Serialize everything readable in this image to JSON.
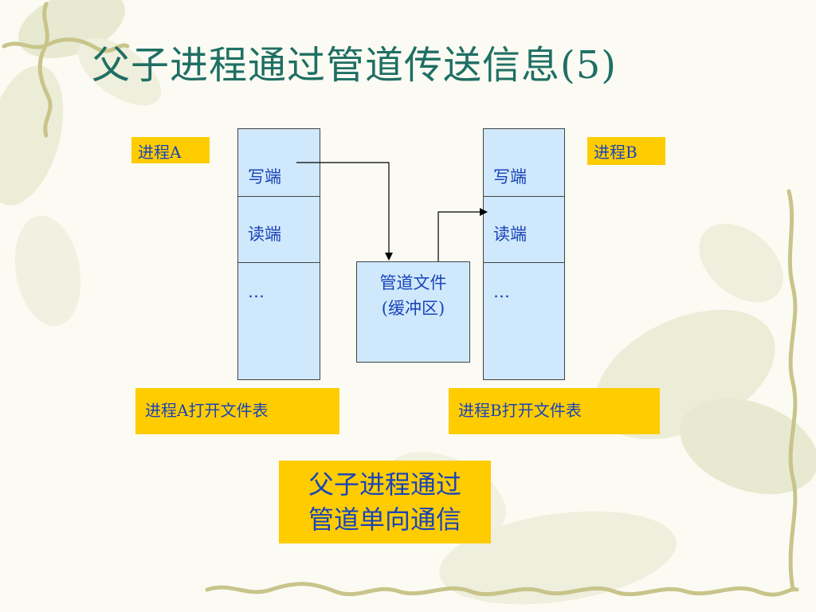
{
  "title": "父子进程通过管道传送信息(5)",
  "process_a": {
    "label": "进程A",
    "cells": [
      "写端",
      "读端",
      "…"
    ],
    "table_label": "进程A打开文件表"
  },
  "process_b": {
    "label": "进程B",
    "cells": [
      "写端",
      "读端",
      "…"
    ],
    "table_label": "进程B打开文件表"
  },
  "pipe": {
    "line1": "管道文件",
    "line2": "(缓冲区)"
  },
  "note": {
    "line1": "父子进程通过",
    "line2": "管道单向通信"
  },
  "colors": {
    "title": "#1f6f63",
    "tag_bg": "#ffcc00",
    "text": "#1a44b8",
    "box_fill": "#cfe8fb"
  }
}
